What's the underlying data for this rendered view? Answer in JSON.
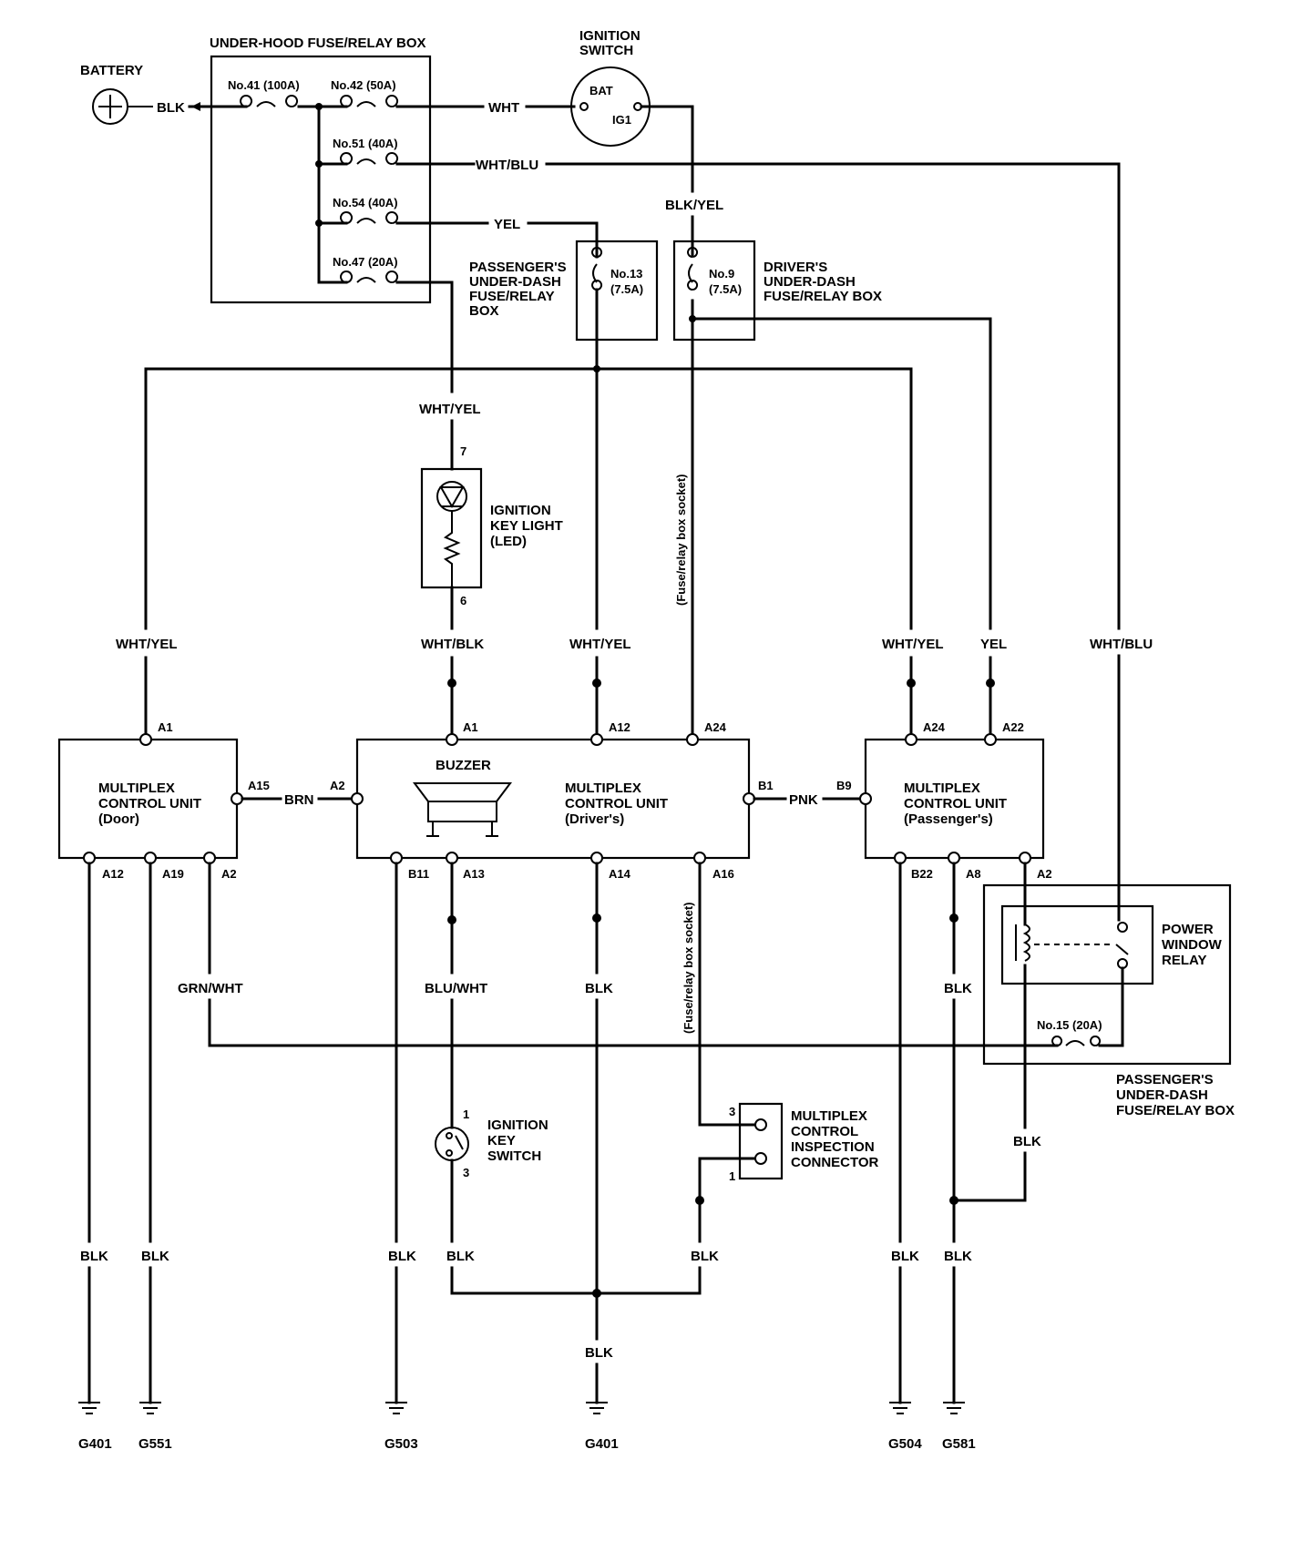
{
  "under_hood_box": {
    "title": "UNDER-HOOD FUSE/RELAY BOX",
    "fuses": [
      "No.41 (100A)",
      "No.42 (50A)",
      "No.51 (40A)",
      "No.54 (40A)",
      "No.47 (20A)"
    ]
  },
  "battery": {
    "label": "BATTERY"
  },
  "ignition_switch": {
    "title_line1": "IGNITION",
    "title_line2": "SWITCH",
    "bat": "BAT",
    "ig1": "IG1"
  },
  "passenger_box_top": {
    "lines": [
      "PASSENGER'S",
      "UNDER-DASH",
      "FUSE/RELAY",
      "BOX"
    ],
    "fuse_no": "No.13",
    "fuse_a": "(7.5A)"
  },
  "driver_box_top": {
    "lines": [
      "DRIVER'S",
      "UNDER-DASH",
      "FUSE/RELAY BOX"
    ],
    "fuse_no": "No.9",
    "fuse_a": "(7.5A)"
  },
  "key_light": {
    "lines": [
      "IGNITION",
      "KEY LIGHT",
      "(LED)"
    ],
    "pin_top": "7",
    "pin_bottom": "6"
  },
  "mcu_door": {
    "lines": [
      "MULTIPLEX",
      "CONTROL UNIT",
      "(Door)"
    ]
  },
  "mcu_driver": {
    "lines": [
      "MULTIPLEX",
      "CONTROL UNIT",
      "(Driver's)"
    ],
    "buzzer": "BUZZER"
  },
  "mcu_passenger": {
    "lines": [
      "MULTIPLEX",
      "CONTROL UNIT",
      "(Passenger's)"
    ]
  },
  "pins": {
    "door_a1": "A1",
    "door_a15": "A15",
    "door_a12": "A12",
    "door_a19": "A19",
    "door_a2": "A2",
    "drv_a1": "A1",
    "drv_a12": "A12",
    "drv_a24": "A24",
    "drv_a2": "A2",
    "drv_b1": "B1",
    "drv_b11": "B11",
    "drv_a13": "A13",
    "drv_a14": "A14",
    "drv_a16": "A16",
    "pas_a24": "A24",
    "pas_a22": "A22",
    "pas_b9": "B9",
    "pas_b22": "B22",
    "pas_a8": "A8",
    "pas_a2": "A2"
  },
  "wires": {
    "blk": "BLK",
    "wht": "WHT",
    "wht_blu": "WHT/BLU",
    "yel": "YEL",
    "blk_yel": "BLK/YEL",
    "wht_yel": "WHT/YEL",
    "wht_blk": "WHT/BLK",
    "brn": "BRN",
    "pnk": "PNK",
    "grn_wht": "GRN/WHT",
    "blu_wht": "BLU/WHT"
  },
  "socket_note": "(Fuse/relay box socket)",
  "power_window": {
    "lines": [
      "POWER",
      "WINDOW",
      "RELAY"
    ],
    "fuse": "No.15 (20A)"
  },
  "passenger_box_bottom": {
    "lines": [
      "PASSENGER'S",
      "UNDER-DASH",
      "FUSE/RELAY BOX"
    ]
  },
  "key_switch": {
    "lines": [
      "IGNITION",
      "KEY",
      "SWITCH"
    ],
    "pin1": "1",
    "pin3": "3"
  },
  "inspection": {
    "lines": [
      "MULTIPLEX",
      "CONTROL",
      "INSPECTION",
      "CONNECTOR"
    ],
    "pin3": "3",
    "pin1": "1"
  },
  "grounds": [
    "G401",
    "G551",
    "G503",
    "G401",
    "G504",
    "G581"
  ]
}
